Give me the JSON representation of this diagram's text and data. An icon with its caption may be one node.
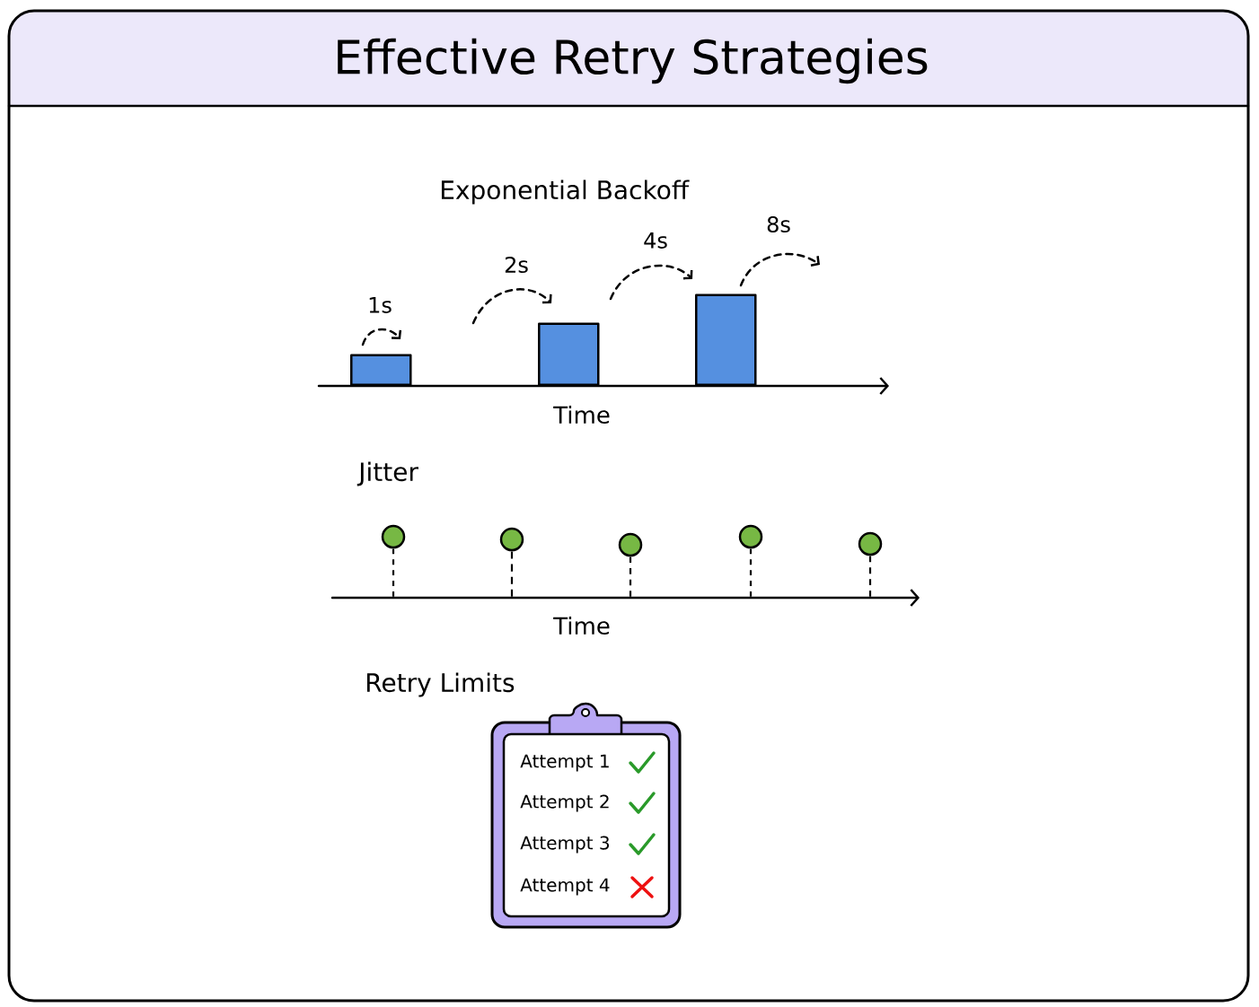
{
  "diagram": {
    "title": "Effective Retry Strategies",
    "nodes": [
      {
        "text": [],
        "shape": "bar"
      },
      {
        "text": [],
        "shape": "bar"
      },
      {
        "text": [],
        "shape": "bar"
      },
      {
        "text": [
          "Attempt 1",
          "Attempt 2",
          "Attempt 3",
          "Attempt 4"
        ]
      }
    ],
    "labels": [
      "Exponential Backoff",
      "1s",
      "2s",
      "4s",
      "8s",
      "Time",
      "Jitter",
      "Time",
      "Retry Limits"
    ]
  }
}
